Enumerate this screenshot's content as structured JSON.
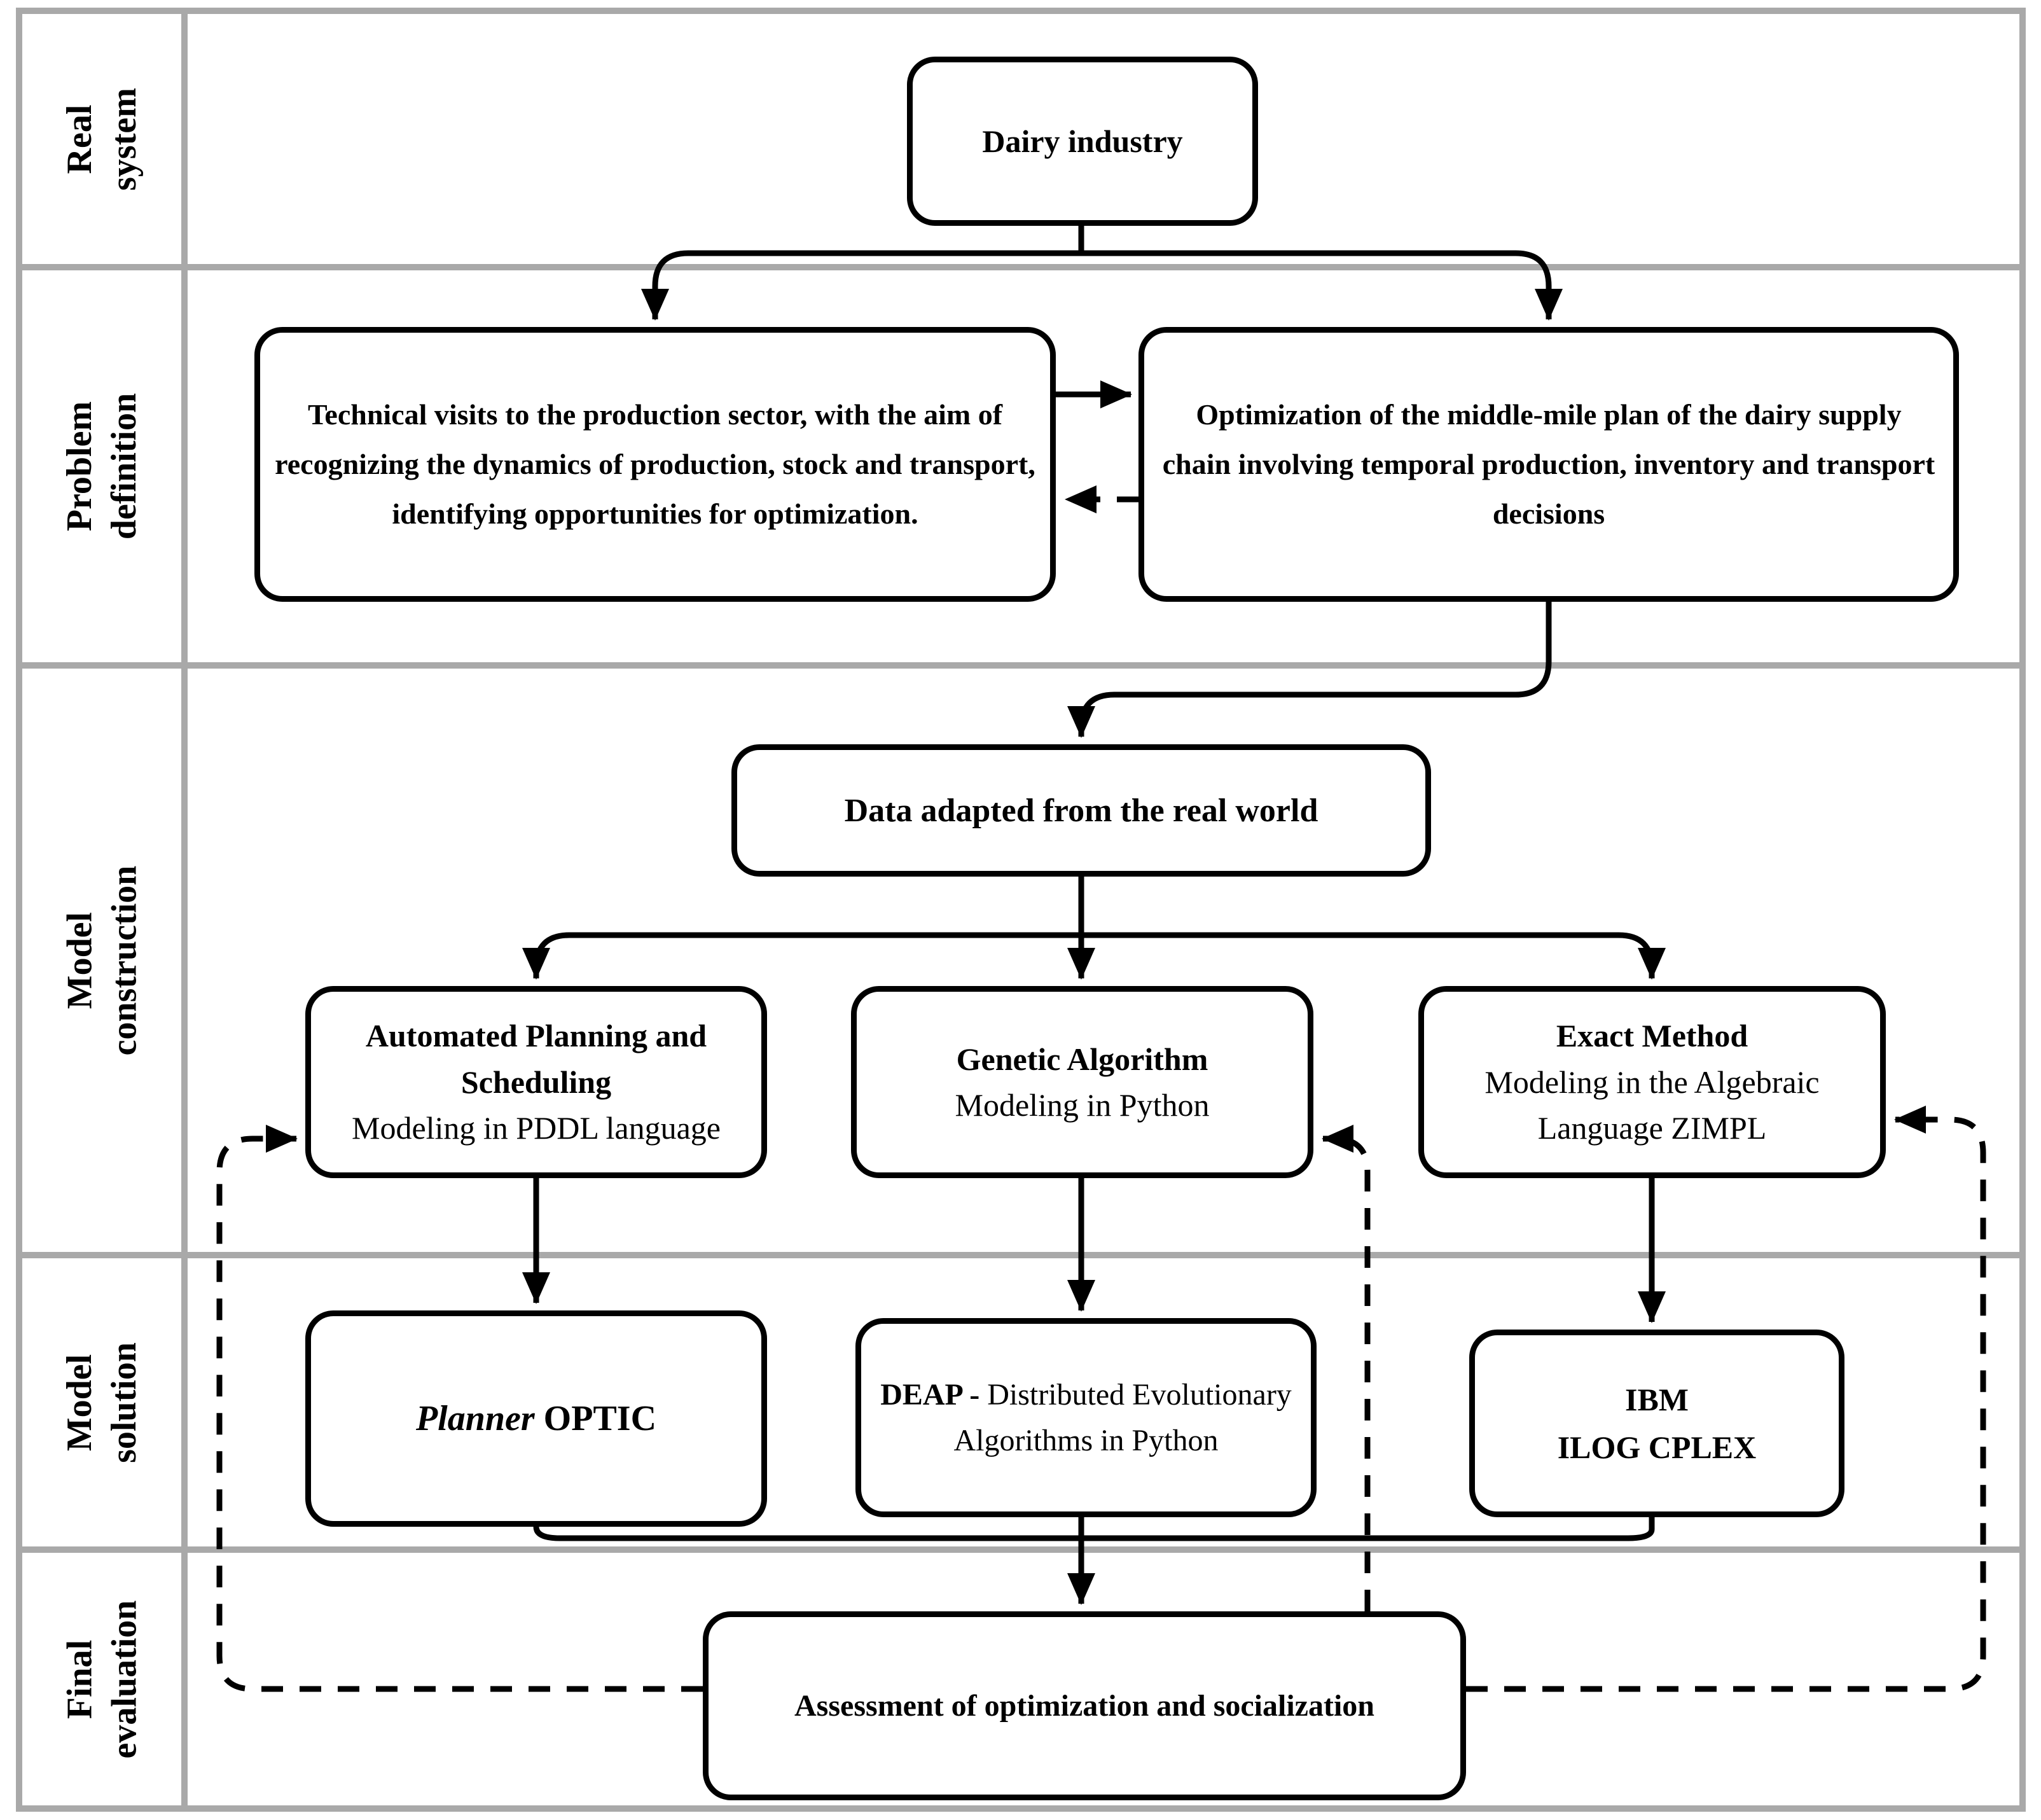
{
  "figure": {
    "rows": [
      {
        "id": "real-system",
        "label": "Real\nsystem"
      },
      {
        "id": "problem-definition",
        "label": "Problem\ndefinition"
      },
      {
        "id": "model-construction",
        "label": "Model\nconstruction"
      },
      {
        "id": "model-solution",
        "label": "Model\nsolution"
      },
      {
        "id": "final-evaluation",
        "label": "Final\nevaluation"
      }
    ],
    "nodes": {
      "dairy": {
        "text": "Dairy industry"
      },
      "technical_visits": {
        "text": "Technical visits to the production sector, with the aim of recognizing the dynamics of production, stock and transport, identifying opportunities for optimization."
      },
      "optimization": {
        "text": "Optimization of the middle-mile plan of the dairy supply chain involving temporal production, inventory and transport decisions"
      },
      "data_adapted": {
        "text": "Data adapted from the real world"
      },
      "automated_planning": {
        "title": "Automated Planning and Scheduling",
        "subtitle": "Modeling in PDDL language"
      },
      "genetic_algorithm": {
        "title": "Genetic Algorithm",
        "subtitle": "Modeling in Python"
      },
      "exact_method": {
        "title": "Exact Method",
        "subtitle": "Modeling in the Algebraic Language ZIMPL"
      },
      "planner_optic": {
        "italic": "Planner",
        "rest": " OPTIC"
      },
      "deap": {
        "bold": "DEAP -",
        "rest": " Distributed Evolutionary Algorithms in Python"
      },
      "ibm_cplex": {
        "text": "IBM\nILOG CPLEX"
      },
      "assessment": {
        "text": "Assessment of optimization and socialization"
      }
    },
    "colors": {
      "line": "#000000",
      "grid": "#a9a9a9",
      "background": "#ffffff",
      "text": "#000000"
    }
  }
}
